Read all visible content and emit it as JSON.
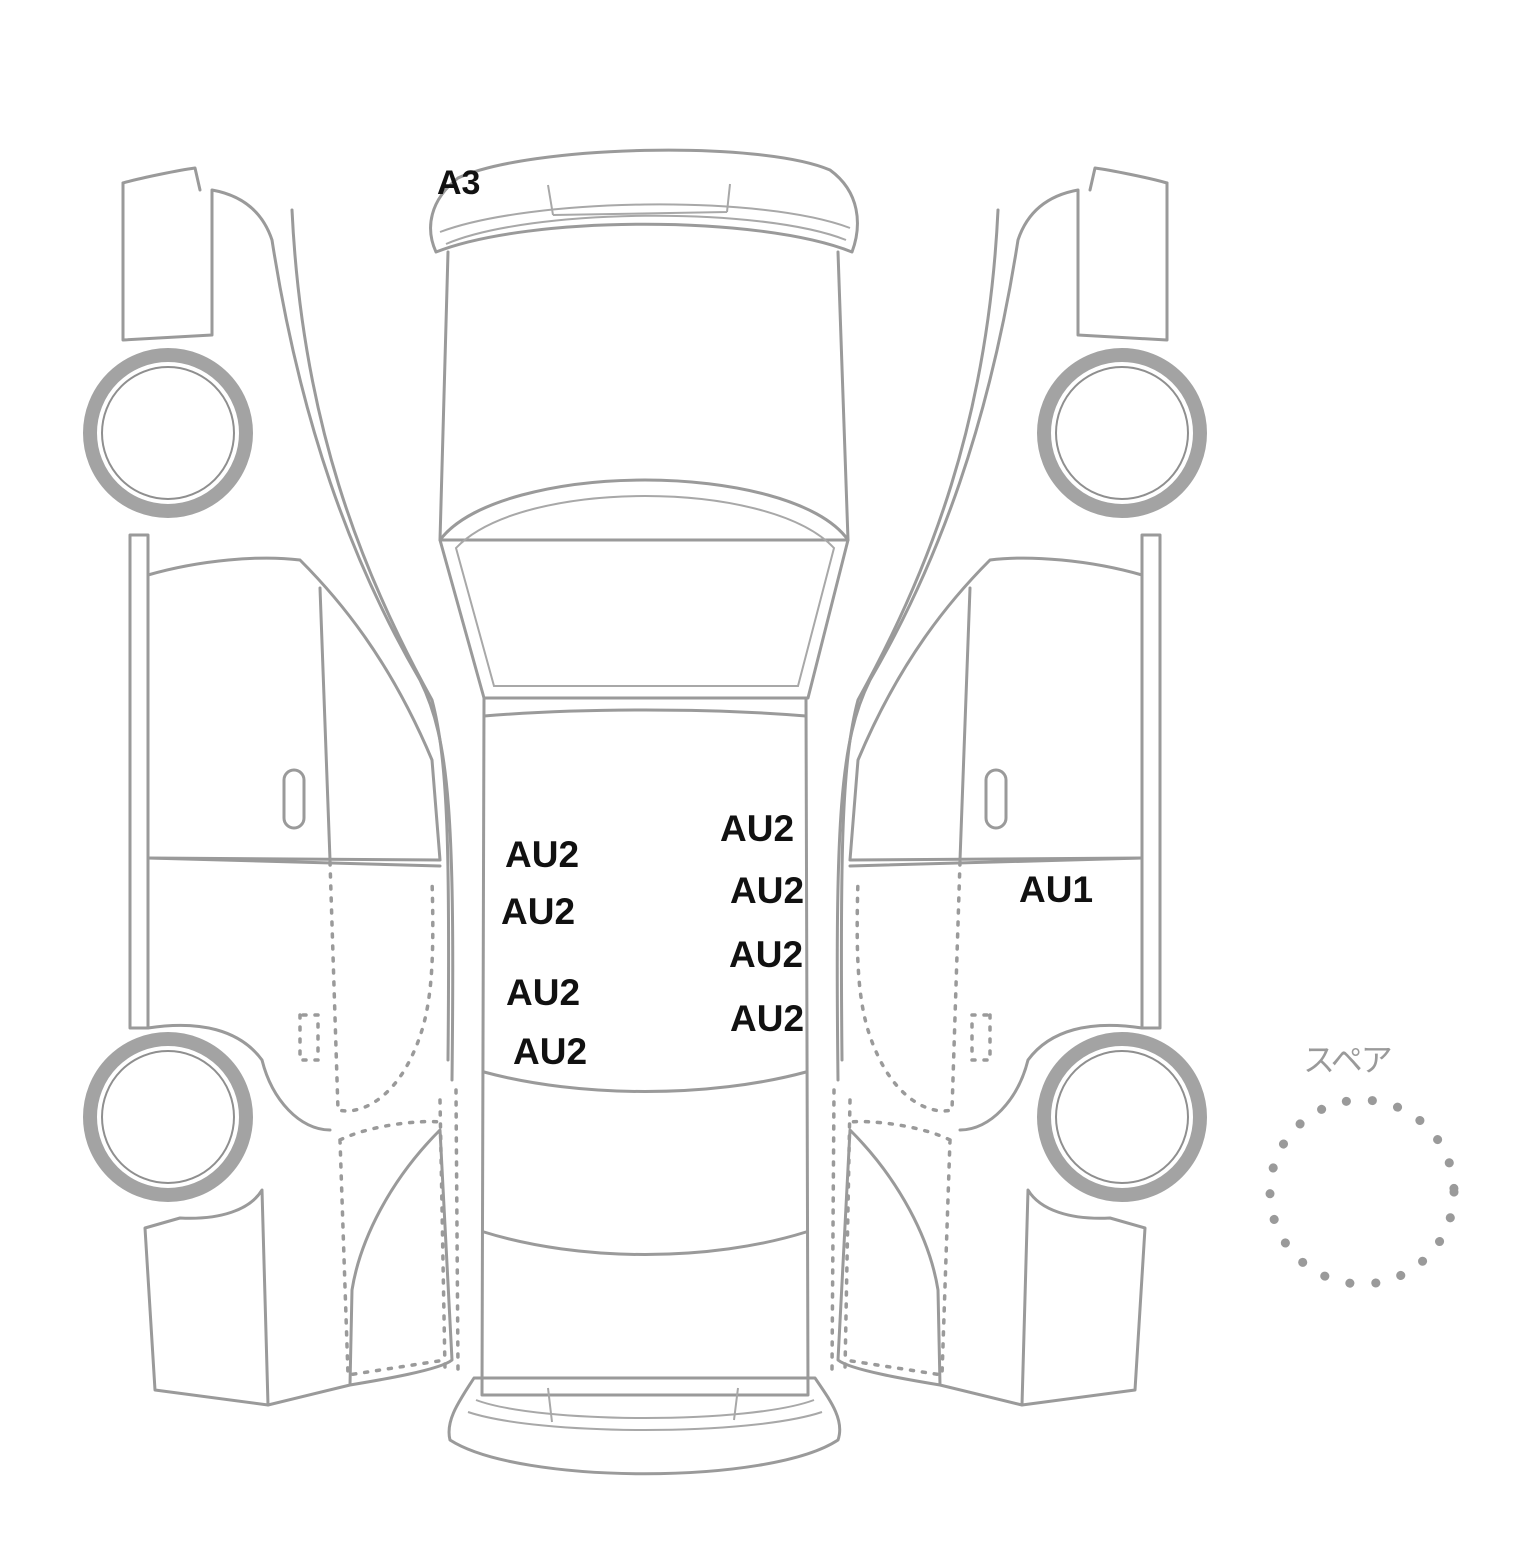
{
  "damage_marks": [
    {
      "id": "front-bumper",
      "code": "A3"
    },
    {
      "id": "roof-left-1",
      "code": "AU2"
    },
    {
      "id": "roof-left-2",
      "code": "AU2"
    },
    {
      "id": "roof-left-3",
      "code": "AU2"
    },
    {
      "id": "roof-left-4",
      "code": "AU2"
    },
    {
      "id": "roof-right-1",
      "code": "AU2"
    },
    {
      "id": "roof-right-2",
      "code": "AU2"
    },
    {
      "id": "roof-right-3",
      "code": "AU2"
    },
    {
      "id": "roof-right-4",
      "code": "AU2"
    },
    {
      "id": "right-door",
      "code": "AU1"
    }
  ],
  "spare": {
    "label": "スペア"
  },
  "colors": {
    "outline": "#9a9a9a",
    "marks": "#111111"
  }
}
